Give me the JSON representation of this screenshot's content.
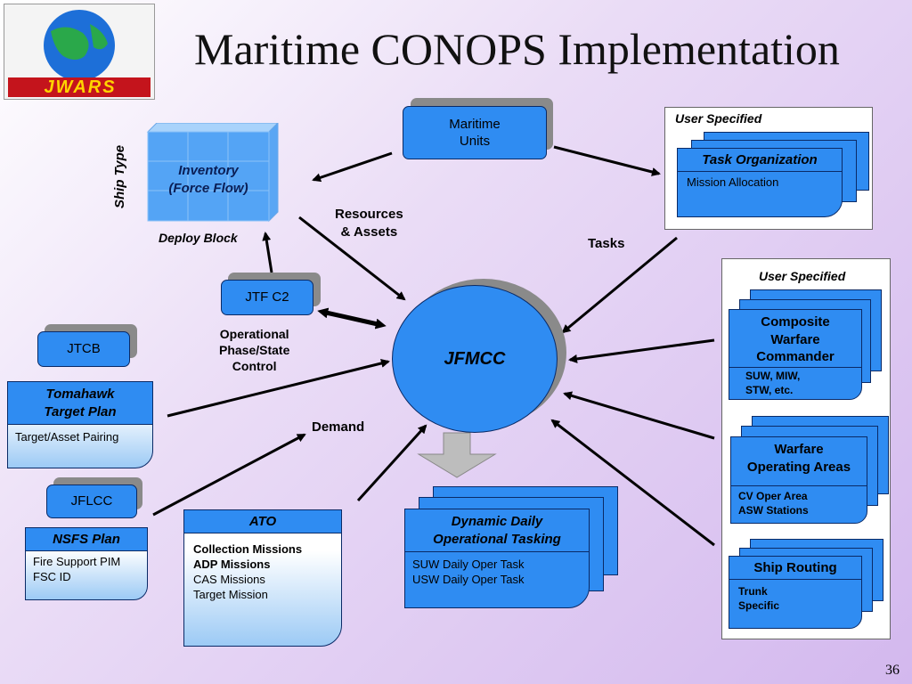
{
  "title": "Maritime CONOPS Implementation",
  "logo": {
    "text": "JWARS"
  },
  "page_number": "36",
  "nodes": {
    "maritime_units": "Maritime\nUnits",
    "jtf_c2": "JTF C2",
    "jtcb": "JTCB",
    "jflcc": "JFLCC",
    "jfmcc": "JFMCC"
  },
  "inventory": {
    "label": "Inventory\n(Force Flow)",
    "axis": "Ship Type",
    "caption": "Deploy Block"
  },
  "labels": {
    "resources": "Resources\n& Assets",
    "tasks": "Tasks",
    "operational": "Operational\nPhase/State\nControl",
    "demand": "Demand"
  },
  "task_org": {
    "user": "User Specified",
    "header": "Task Organization",
    "body": "Mission Allocation"
  },
  "right_panel": {
    "user": "User Specified",
    "composite": {
      "header": "Composite\nWarfare\nCommander",
      "body": "SUW, MIW,\nSTW, etc."
    },
    "warfare": {
      "header": "Warfare\nOperating Areas",
      "body": "CV Oper Area\nASW Stations"
    },
    "routing": {
      "header": "Ship Routing",
      "body": "Trunk\nSpecific"
    }
  },
  "tomahawk": {
    "header": "Tomahawk\nTarget Plan",
    "body": "Target/Asset Pairing"
  },
  "nsfs": {
    "header": "NSFS Plan",
    "body": "Fire Support PIM\nFSC ID"
  },
  "ato": {
    "header": "ATO",
    "items": [
      "Collection Missions",
      "ADP Missions",
      "CAS Missions",
      "Target Mission"
    ]
  },
  "dynamic": {
    "header": "Dynamic Daily\nOperational Tasking",
    "body": "SUW Daily Oper Task\nUSW Daily Oper Task"
  },
  "colors": {
    "node_blue": "#2f8cf2",
    "border": "#0a2a66"
  }
}
